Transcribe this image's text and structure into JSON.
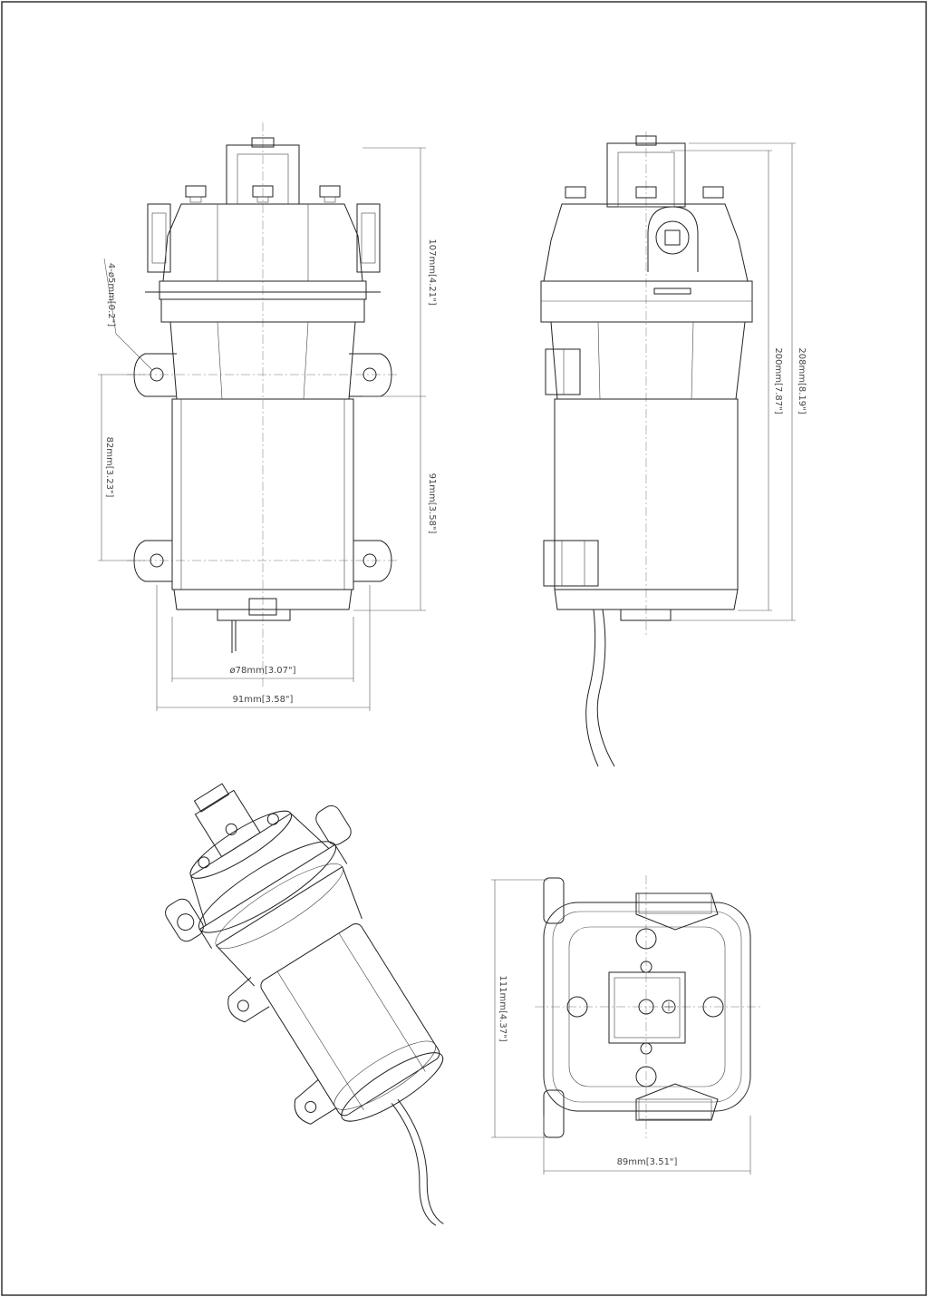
{
  "drawing": {
    "dimensions": {
      "height_pump_head": "107mm[4.21\"]",
      "mount_holes": "4-ø5mm[0.2\"]",
      "bracket_spacing": "82mm[3.23\"]",
      "motor_length": "91mm[3.58\"]",
      "motor_diameter": "ø78mm[3.07\"]",
      "overall_width_front": "91mm[3.58\"]",
      "body_height": "200mm[7.87\"]",
      "overall_height": "208mm[8.19\"]",
      "top_view_height": "111mm[4.37\"]",
      "top_view_width": "89mm[3.51\"]"
    }
  }
}
